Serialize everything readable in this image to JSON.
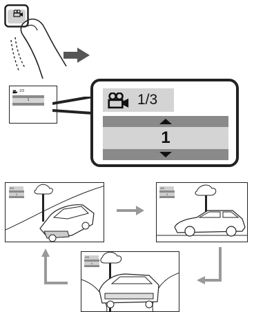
{
  "button": {
    "icon": "camera-angle-icon"
  },
  "osd": {
    "title": "1/3",
    "value": "1",
    "icon": "camera-angle-icon"
  },
  "scenes": [
    {
      "angle": "1/3",
      "value": "1"
    },
    {
      "angle": "1/3",
      "value": "1"
    },
    {
      "angle": "1/3",
      "value": "1"
    }
  ],
  "colors": {
    "osd_dark": "#8a8a8a",
    "osd_light": "#d4d4d4",
    "arrow": "#999999"
  }
}
